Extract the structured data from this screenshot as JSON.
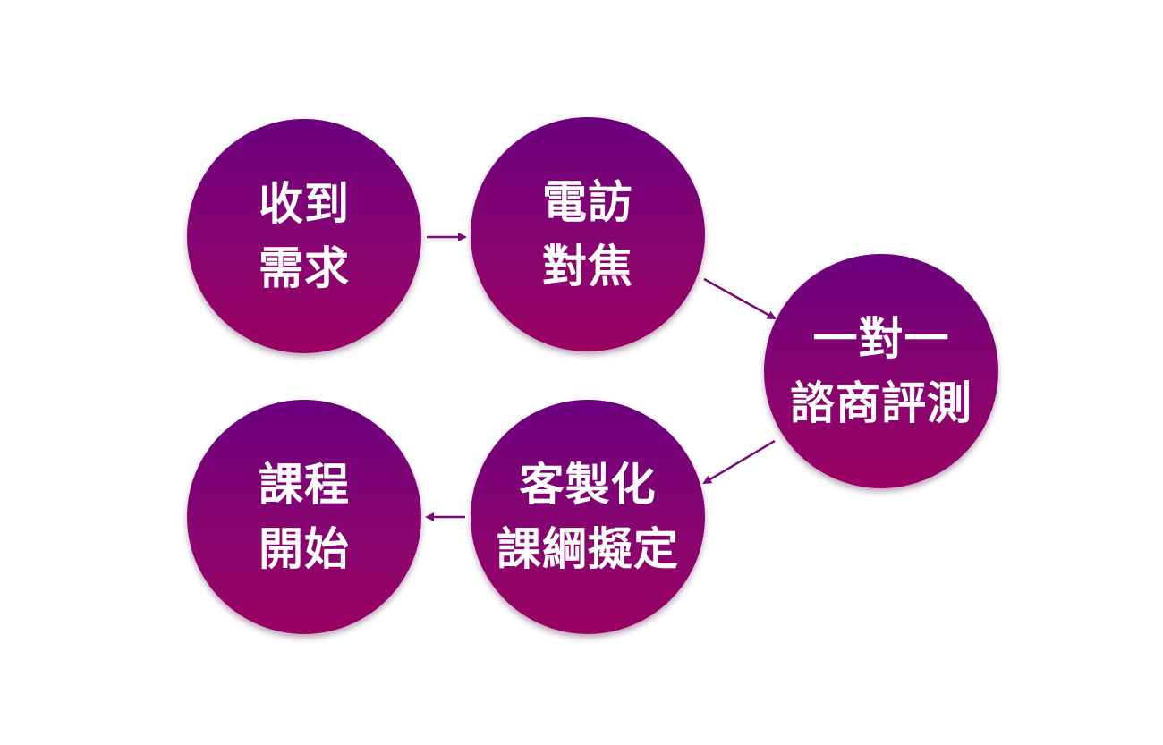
{
  "diagram": {
    "type": "process-flow",
    "node_color_top": "#6c007e",
    "node_color_bottom": "#9a0262",
    "arrow_color": "#7a0a78",
    "nodes": [
      {
        "id": "n1",
        "lines": [
          "收到",
          "需求"
        ]
      },
      {
        "id": "n2",
        "lines": [
          "電訪",
          "對焦"
        ]
      },
      {
        "id": "n3",
        "lines": [
          "一對一",
          "諮商評測"
        ]
      },
      {
        "id": "n4",
        "lines": [
          "客製化",
          "課綱擬定"
        ]
      },
      {
        "id": "n5",
        "lines": [
          "課程",
          "開始"
        ]
      }
    ],
    "edges": [
      {
        "from": "n1",
        "to": "n2"
      },
      {
        "from": "n2",
        "to": "n3"
      },
      {
        "from": "n3",
        "to": "n4"
      },
      {
        "from": "n4",
        "to": "n5"
      }
    ]
  }
}
